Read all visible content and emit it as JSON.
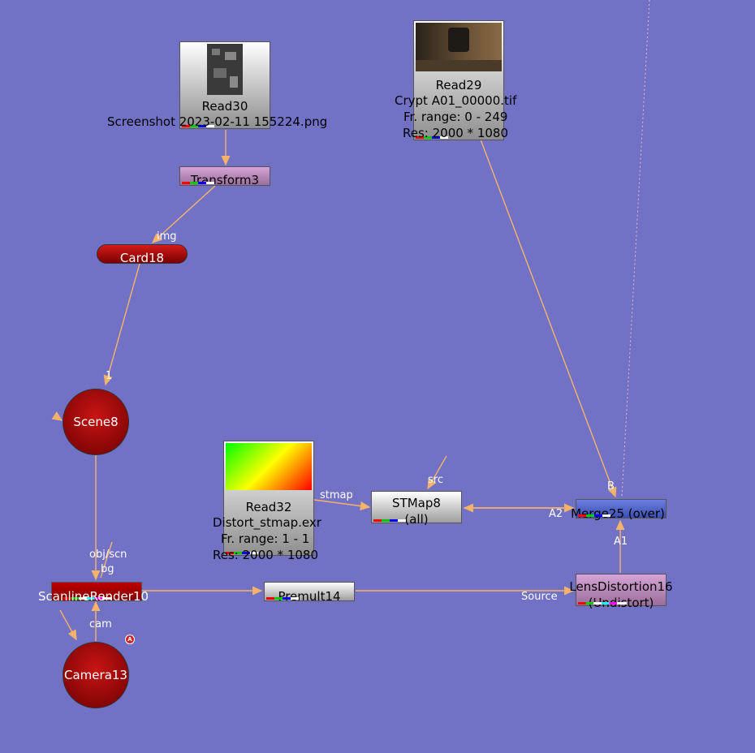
{
  "nodes": {
    "read30": {
      "title": "Read30",
      "line1": "Screenshot 2023-02-11 155224.png"
    },
    "read29": {
      "title": "Read29",
      "line1": "Crypt A01_00000.tif",
      "line2": "Fr. range: 0 - 249",
      "line3": "Res: 2000 * 1080"
    },
    "transform3": {
      "title": "Transform3"
    },
    "card18": {
      "title": "Card18"
    },
    "scene8": {
      "title": "Scene8"
    },
    "read32": {
      "title": "Read32",
      "line1": "Distort_stmap.exr",
      "line2": "Fr. range: 1 - 1",
      "line3": "Res: 2000 * 1080"
    },
    "stmap8": {
      "title": "STMap8",
      "line1": "(all)"
    },
    "merge25": {
      "title": "Merge25 (over)"
    },
    "scanline10": {
      "title": "ScanlineRender10"
    },
    "premult14": {
      "title": "Premult14"
    },
    "lensdist16": {
      "title": "LensDistortion16",
      "line1": "(Undistort)"
    },
    "camera13": {
      "title": "Camera13"
    }
  },
  "inputs": {
    "img": "img",
    "one": "1",
    "stmap": "stmap",
    "src": "src",
    "b": "B",
    "a2": "A2",
    "a1": "A1",
    "objscn": "obj/scn",
    "bg": "bg",
    "cam": "cam",
    "source": "Source"
  },
  "badge": "A",
  "colors": {
    "background": "#7172c6",
    "edge": "#f7b26a",
    "read_node": "#b0b0b0",
    "scene_node": "#a00000",
    "transform_node": "#b485b4",
    "merge_node": "#4a5fc8"
  }
}
